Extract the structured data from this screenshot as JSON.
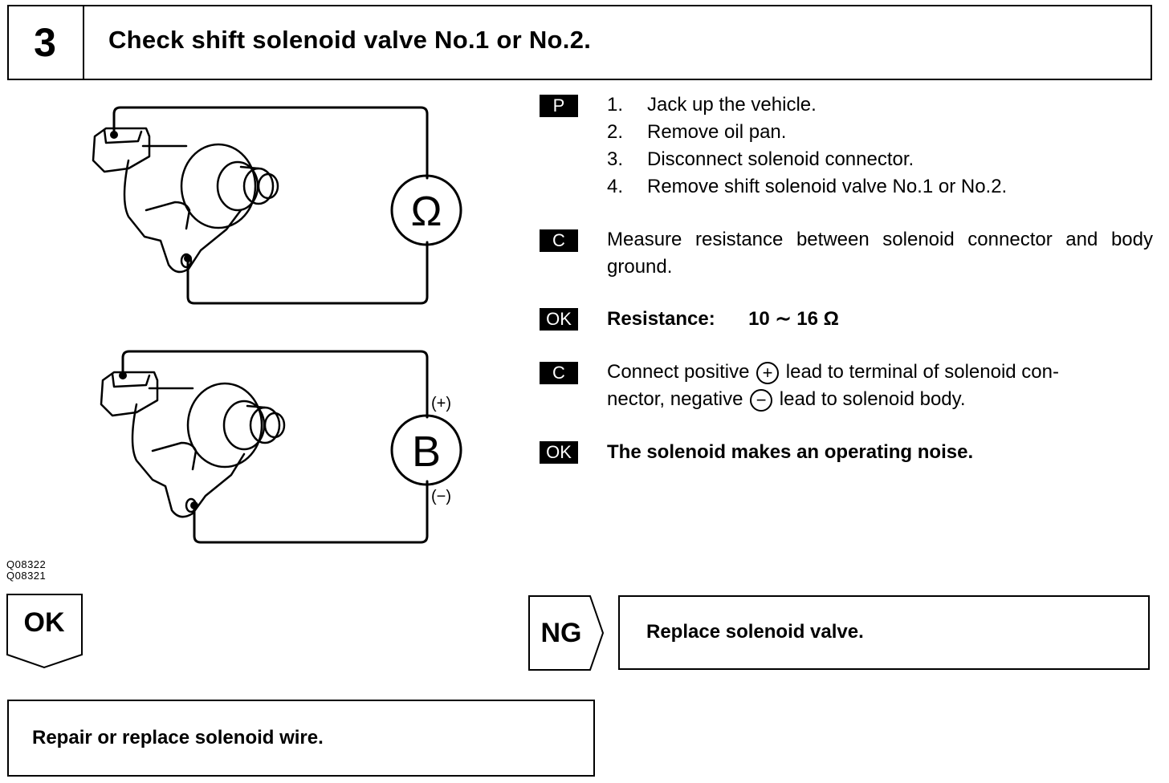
{
  "header": {
    "step_number": "3",
    "title": "Check shift solenoid valve No.1 or No.2."
  },
  "figure": {
    "meter_symbol": "Ω",
    "battery_symbol": "B",
    "battery_positive": "(+)",
    "battery_negative": "(−)",
    "codes": [
      "Q08322",
      "Q08321"
    ]
  },
  "procedure": {
    "prepare": {
      "badge": "P",
      "items": [
        {
          "num": "1.",
          "text": "Jack up the vehicle."
        },
        {
          "num": "2.",
          "text": "Remove oil pan."
        },
        {
          "num": "3.",
          "text": "Disconnect solenoid connector."
        },
        {
          "num": "4.",
          "text": "Remove shift solenoid valve No.1 or No.2."
        }
      ]
    },
    "check1": {
      "badge": "C",
      "text": "Measure resistance between solenoid connector and body ground."
    },
    "ok1": {
      "badge": "OK",
      "label": "Resistance:",
      "value": "10 ∼ 16 Ω"
    },
    "check2": {
      "badge": "C",
      "part1": "Connect positive",
      "plus": "+",
      "part2": "lead to terminal of solenoid con-",
      "part3": "nector, negative",
      "minus": "−",
      "part4": "lead to solenoid body."
    },
    "ok2": {
      "badge": "OK",
      "text": "The solenoid makes an operating noise."
    }
  },
  "results": {
    "ok_label": "OK",
    "ok_action": "Repair or replace solenoid wire.",
    "ng_label": "NG",
    "ng_action": "Replace solenoid valve."
  }
}
